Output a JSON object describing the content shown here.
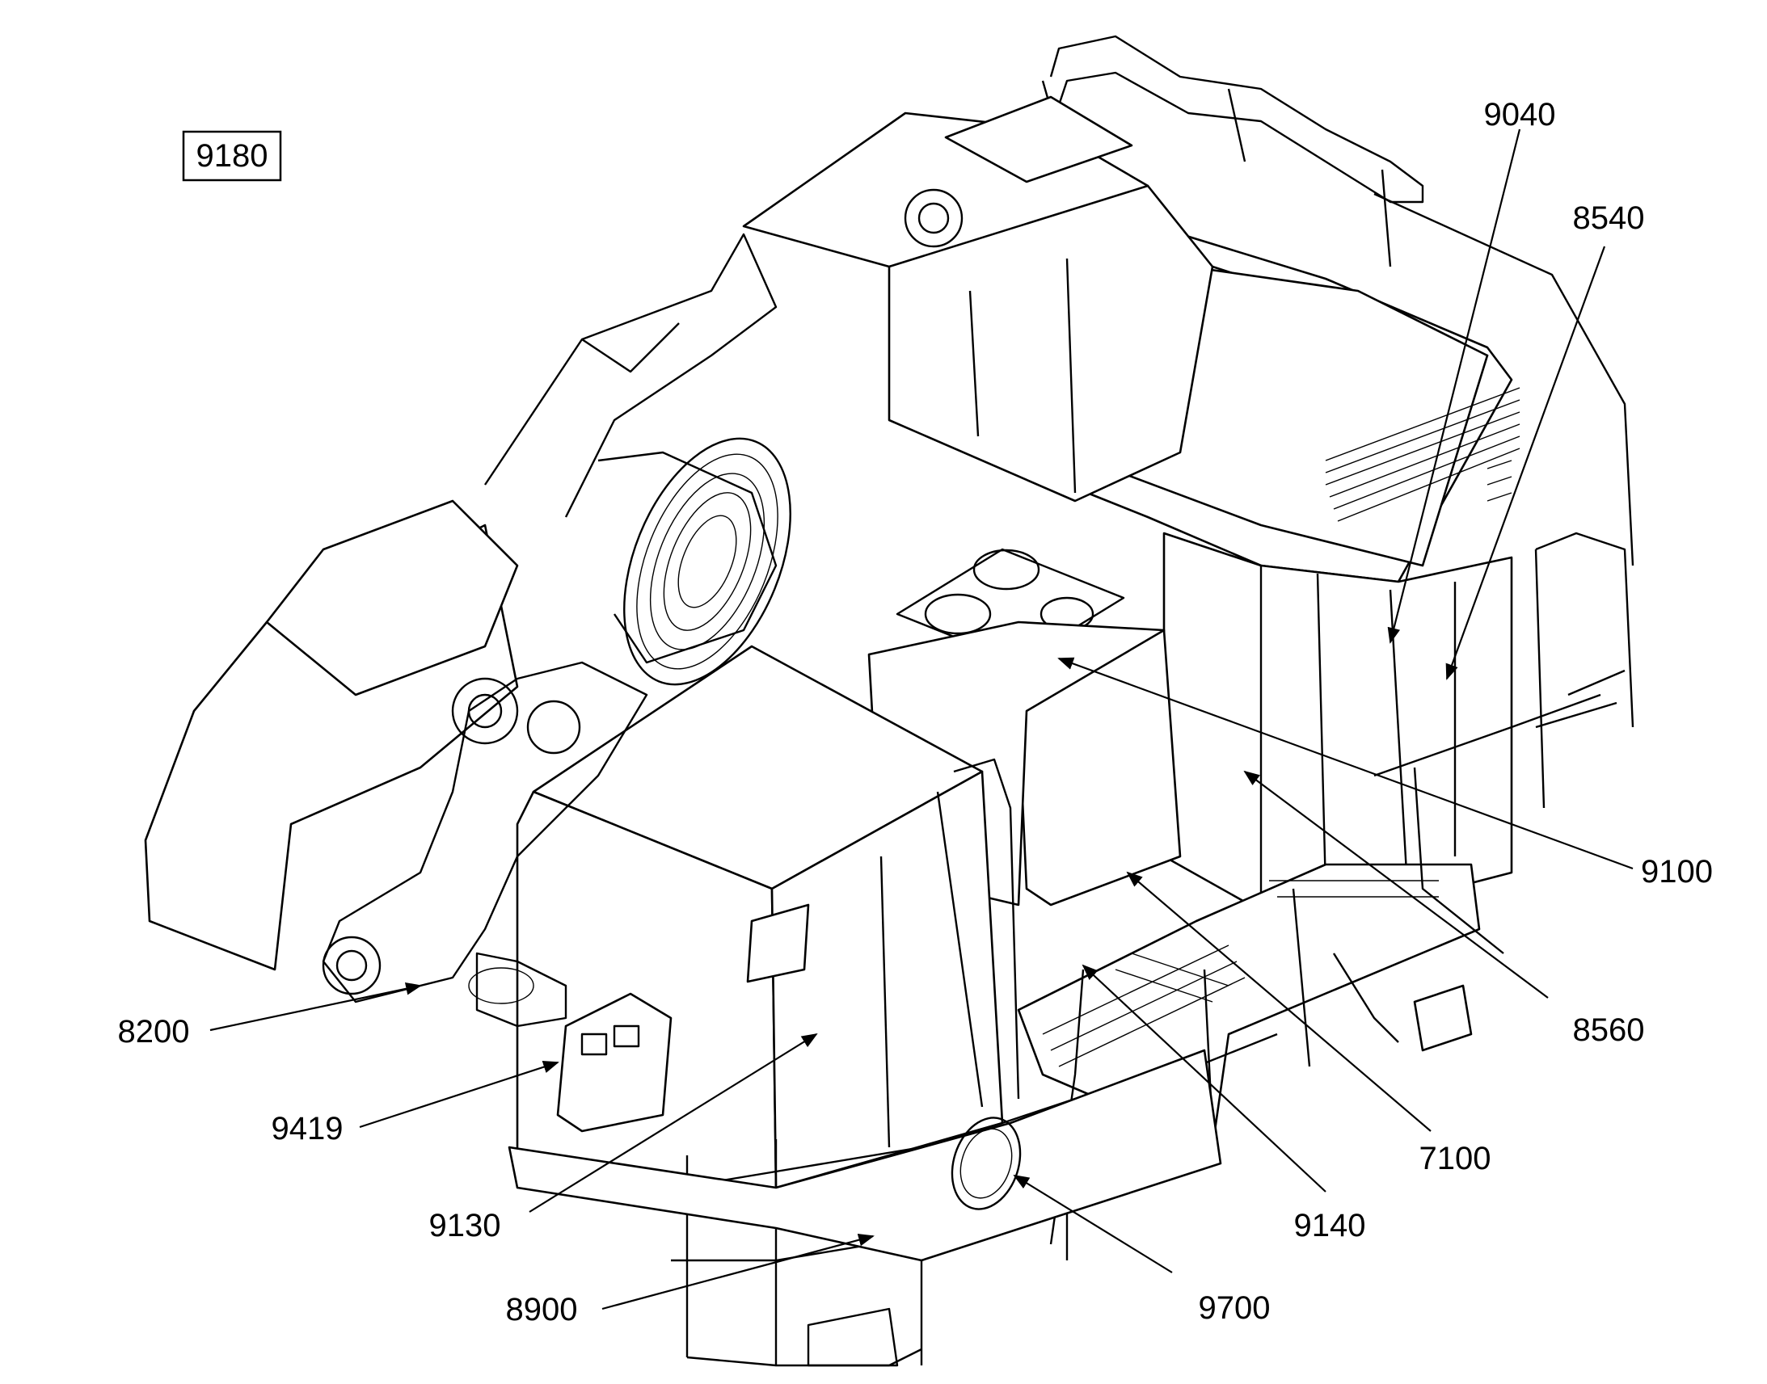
{
  "figure_ref": "9180",
  "callouts": [
    {
      "id": "9040",
      "label": "9040"
    },
    {
      "id": "8540",
      "label": "8540"
    },
    {
      "id": "9100",
      "label": "9100"
    },
    {
      "id": "8560",
      "label": "8560"
    },
    {
      "id": "7100",
      "label": "7100"
    },
    {
      "id": "9140",
      "label": "9140"
    },
    {
      "id": "9700",
      "label": "9700"
    },
    {
      "id": "8900",
      "label": "8900"
    },
    {
      "id": "9130",
      "label": "9130"
    },
    {
      "id": "9419",
      "label": "9419"
    },
    {
      "id": "8200",
      "label": "8200"
    }
  ],
  "colors": {
    "line": "#000000",
    "background": "#ffffff"
  }
}
